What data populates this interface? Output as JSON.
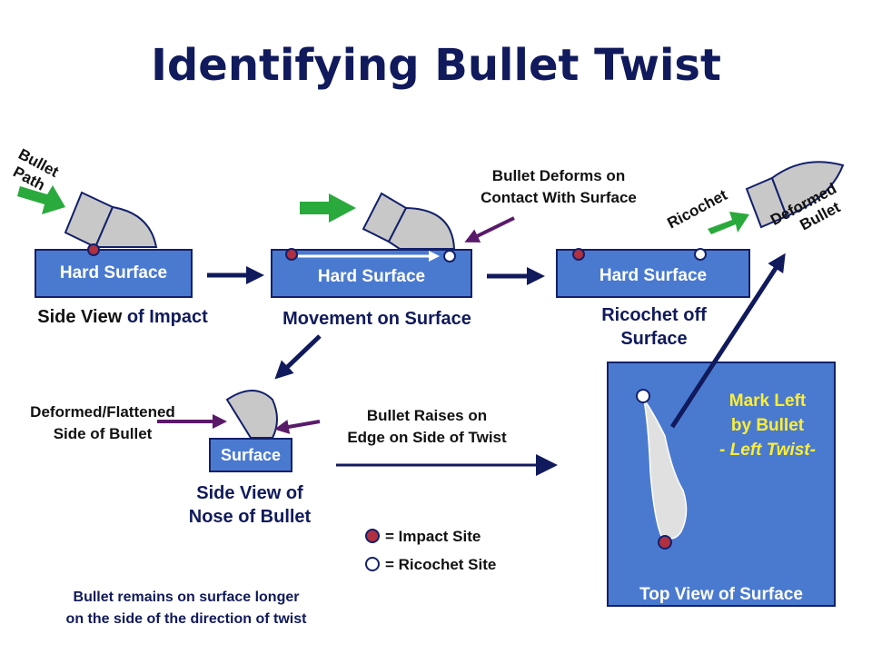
{
  "title": "Identifying Bullet Twist",
  "labels": {
    "bullet_path_line1": "Bullet",
    "bullet_path_line2": "Path",
    "hard_surface": "Hard Surface",
    "side_view_of": "Side View ",
    "side_view_impact_b": "of Impact",
    "movement_on_surface": "Movement on Surface",
    "bullet_deforms_line1": "Bullet Deforms on",
    "bullet_deforms_line2": "Contact With Surface",
    "ricochet": "Ricochet",
    "deformed_line1": "Deformed",
    "deformed_line2": "Bullet",
    "ricochet_off_line1": "Ricochet off",
    "ricochet_off_line2": "Surface",
    "deformed_flattened_line1": "Deformed/Flattened",
    "deformed_flattened_line2": "Side of Bullet",
    "surface": "Surface",
    "side_view_nose_line1": "Side View of",
    "side_view_nose_line2": "Nose of Bullet",
    "bullet_raises_line1": "Bullet Raises on",
    "bullet_raises_line2": "Edge on Side of Twist",
    "mark_left_line1": "Mark Left",
    "mark_left_line2": "by Bullet",
    "mark_left_line3": "- Left Twist-",
    "top_view": "Top View of Surface",
    "legend_impact": "= Impact Site",
    "legend_ricochet": "= Ricochet Site",
    "footer_line1": "Bullet remains on surface longer",
    "footer_line2": "on the side of the direction of twist"
  },
  "colors": {
    "surface_blue": "#4a7ad0",
    "navy": "#101a5c",
    "arrow_green": "#2aaa3c",
    "arrow_purple": "#5a1a6a",
    "impact_red": "#b03040",
    "bullet_gray": "#c8c8c8",
    "mark_yellow": "#ffee33"
  }
}
